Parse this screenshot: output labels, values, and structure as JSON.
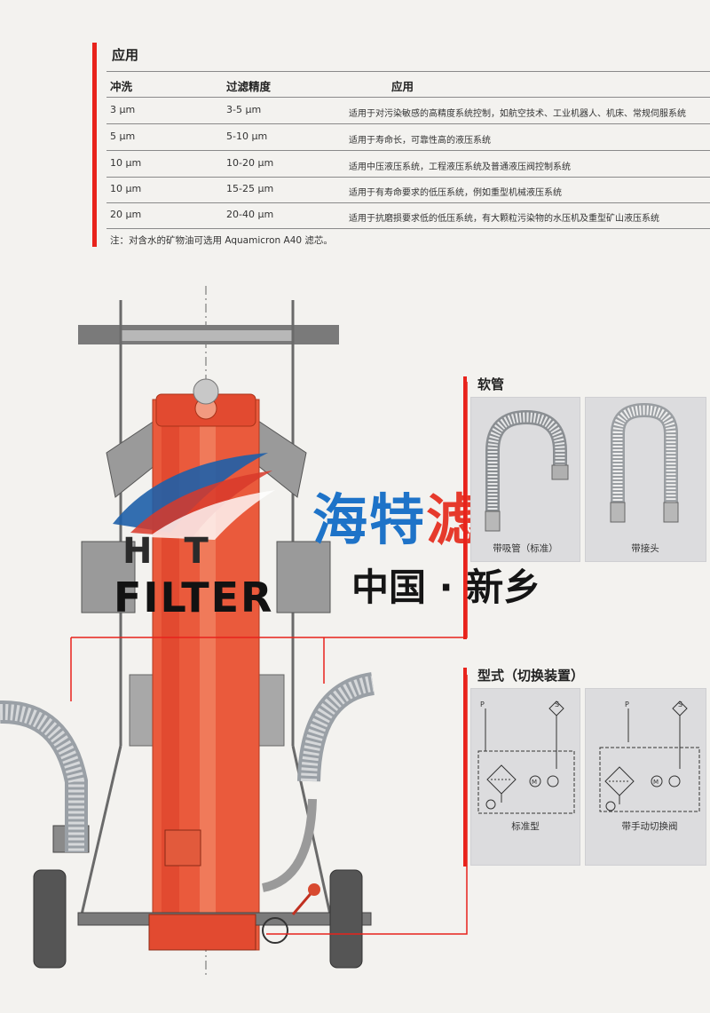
{
  "applications": {
    "title": "应用",
    "headers": [
      "冲洗",
      "过滤精度",
      "应用"
    ],
    "rows": [
      [
        "3 µm",
        "3-5 µm",
        "适用于对污染敏感的高精度系统控制，如航空技术、工业机器人、机床、常规伺服系统"
      ],
      [
        "5 µm",
        "5-10 µm",
        "适用于寿命长，可靠性高的液压系统"
      ],
      [
        "10 µm",
        "10-20 µm",
        "适用中压液压系统，工程液压系统及普通液压阀控制系统"
      ],
      [
        "10 µm",
        "15-25 µm",
        "适用于有寿命要求的低压系统，例如重型机械液压系统"
      ],
      [
        "20 µm",
        "20-40 µm",
        "适用于抗磨损要求低的低压系统，有大颗粒污染物的水压机及重型矿山液压系统"
      ]
    ],
    "note": "注：对含水的矿物油可选用 Aquamicron A40 滤芯。"
  },
  "hose": {
    "title": "软管",
    "captions": [
      "带吸管（标准）",
      "带接头"
    ]
  },
  "switching": {
    "title": "型式（切换装置）",
    "captions": [
      "标准型",
      "带手动切换阀"
    ],
    "labels": [
      "P",
      "S",
      "M"
    ]
  },
  "watermark": {
    "cn_part1": "海特",
    "cn_part2": "滤器",
    "city": "中国 · 新乡",
    "logo_ht": "HT",
    "logo_filter": "FILTER"
  },
  "colors": {
    "accent_red": "#e8231c",
    "filter_body": "#ea5a3c",
    "brand_blue": "#1e73c8",
    "frame_gray": "#7a7a7a"
  }
}
